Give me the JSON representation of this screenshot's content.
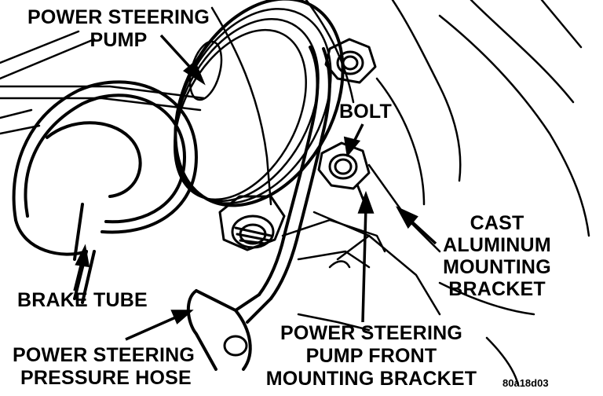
{
  "labels": {
    "power_steering_pump": [
      "POWER STEERING",
      "PUMP"
    ],
    "bolt": "BOLT",
    "cast_aluminum_bracket": [
      "CAST",
      "ALUMINUM",
      "MOUNTING",
      "BRACKET"
    ],
    "brake_tube": "BRAKE TUBE",
    "pressure_hose": [
      "POWER STEERING",
      "PRESSURE HOSE"
    ],
    "front_bracket": [
      "POWER STEERING",
      "PUMP FRONT",
      "MOUNTING BRACKET"
    ]
  },
  "figure_code": "80a18d03",
  "colors": {
    "ink": "#000000",
    "paper": "#ffffff"
  }
}
